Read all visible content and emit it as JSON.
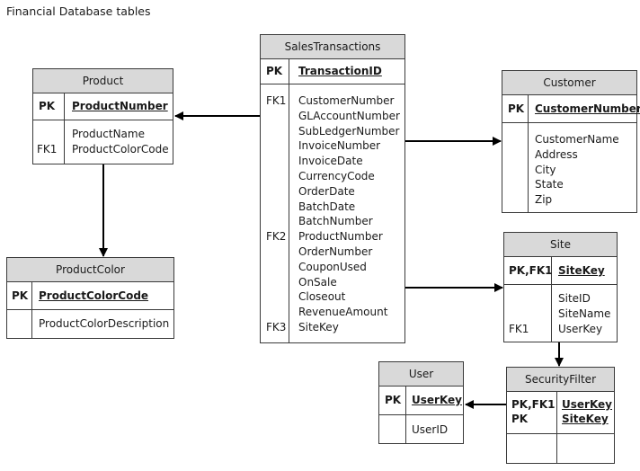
{
  "title": "Financial Database tables",
  "tables": {
    "sales": {
      "name": "SalesTransactions",
      "pk_key": "PK",
      "pk_field": "TransactionID",
      "keys": [
        "FK1",
        "FK2",
        "FK3"
      ],
      "fields": [
        "CustomerNumber",
        "GLAccountNumber",
        "SubLedgerNumber",
        "InvoiceNumber",
        "InvoiceDate",
        "CurrencyCode",
        "OrderDate",
        "BatchDate",
        "BatchNumber",
        "ProductNumber",
        "OrderNumber",
        "CouponUsed",
        "OnSale",
        "Closeout",
        "RevenueAmount",
        "SiteKey"
      ]
    },
    "product": {
      "name": "Product",
      "pk_key": "PK",
      "pk_field": "ProductNumber",
      "keys": [
        "FK1"
      ],
      "fields": [
        "ProductName",
        "ProductColorCode"
      ]
    },
    "productcolor": {
      "name": "ProductColor",
      "pk_key": "PK",
      "pk_field": "ProductColorCode",
      "fields": [
        "ProductColorDescription"
      ]
    },
    "customer": {
      "name": "Customer",
      "pk_key": "PK",
      "pk_field": "CustomerNumber",
      "fields": [
        "CustomerName",
        "Address",
        "City",
        "State",
        "Zip"
      ]
    },
    "site": {
      "name": "Site",
      "pk_key": "PK,FK1",
      "pk_field": "SiteKey",
      "keys": [
        "FK1"
      ],
      "fields": [
        "SiteID",
        "SiteName",
        "UserKey"
      ]
    },
    "user": {
      "name": "User",
      "pk_key": "PK",
      "pk_field": "UserKey",
      "fields": [
        "UserID"
      ]
    },
    "security": {
      "name": "SecurityFilter",
      "pk_keys": [
        "PK,FK1",
        "PK"
      ],
      "pk_fields": [
        "UserKey",
        "SiteKey"
      ]
    }
  }
}
